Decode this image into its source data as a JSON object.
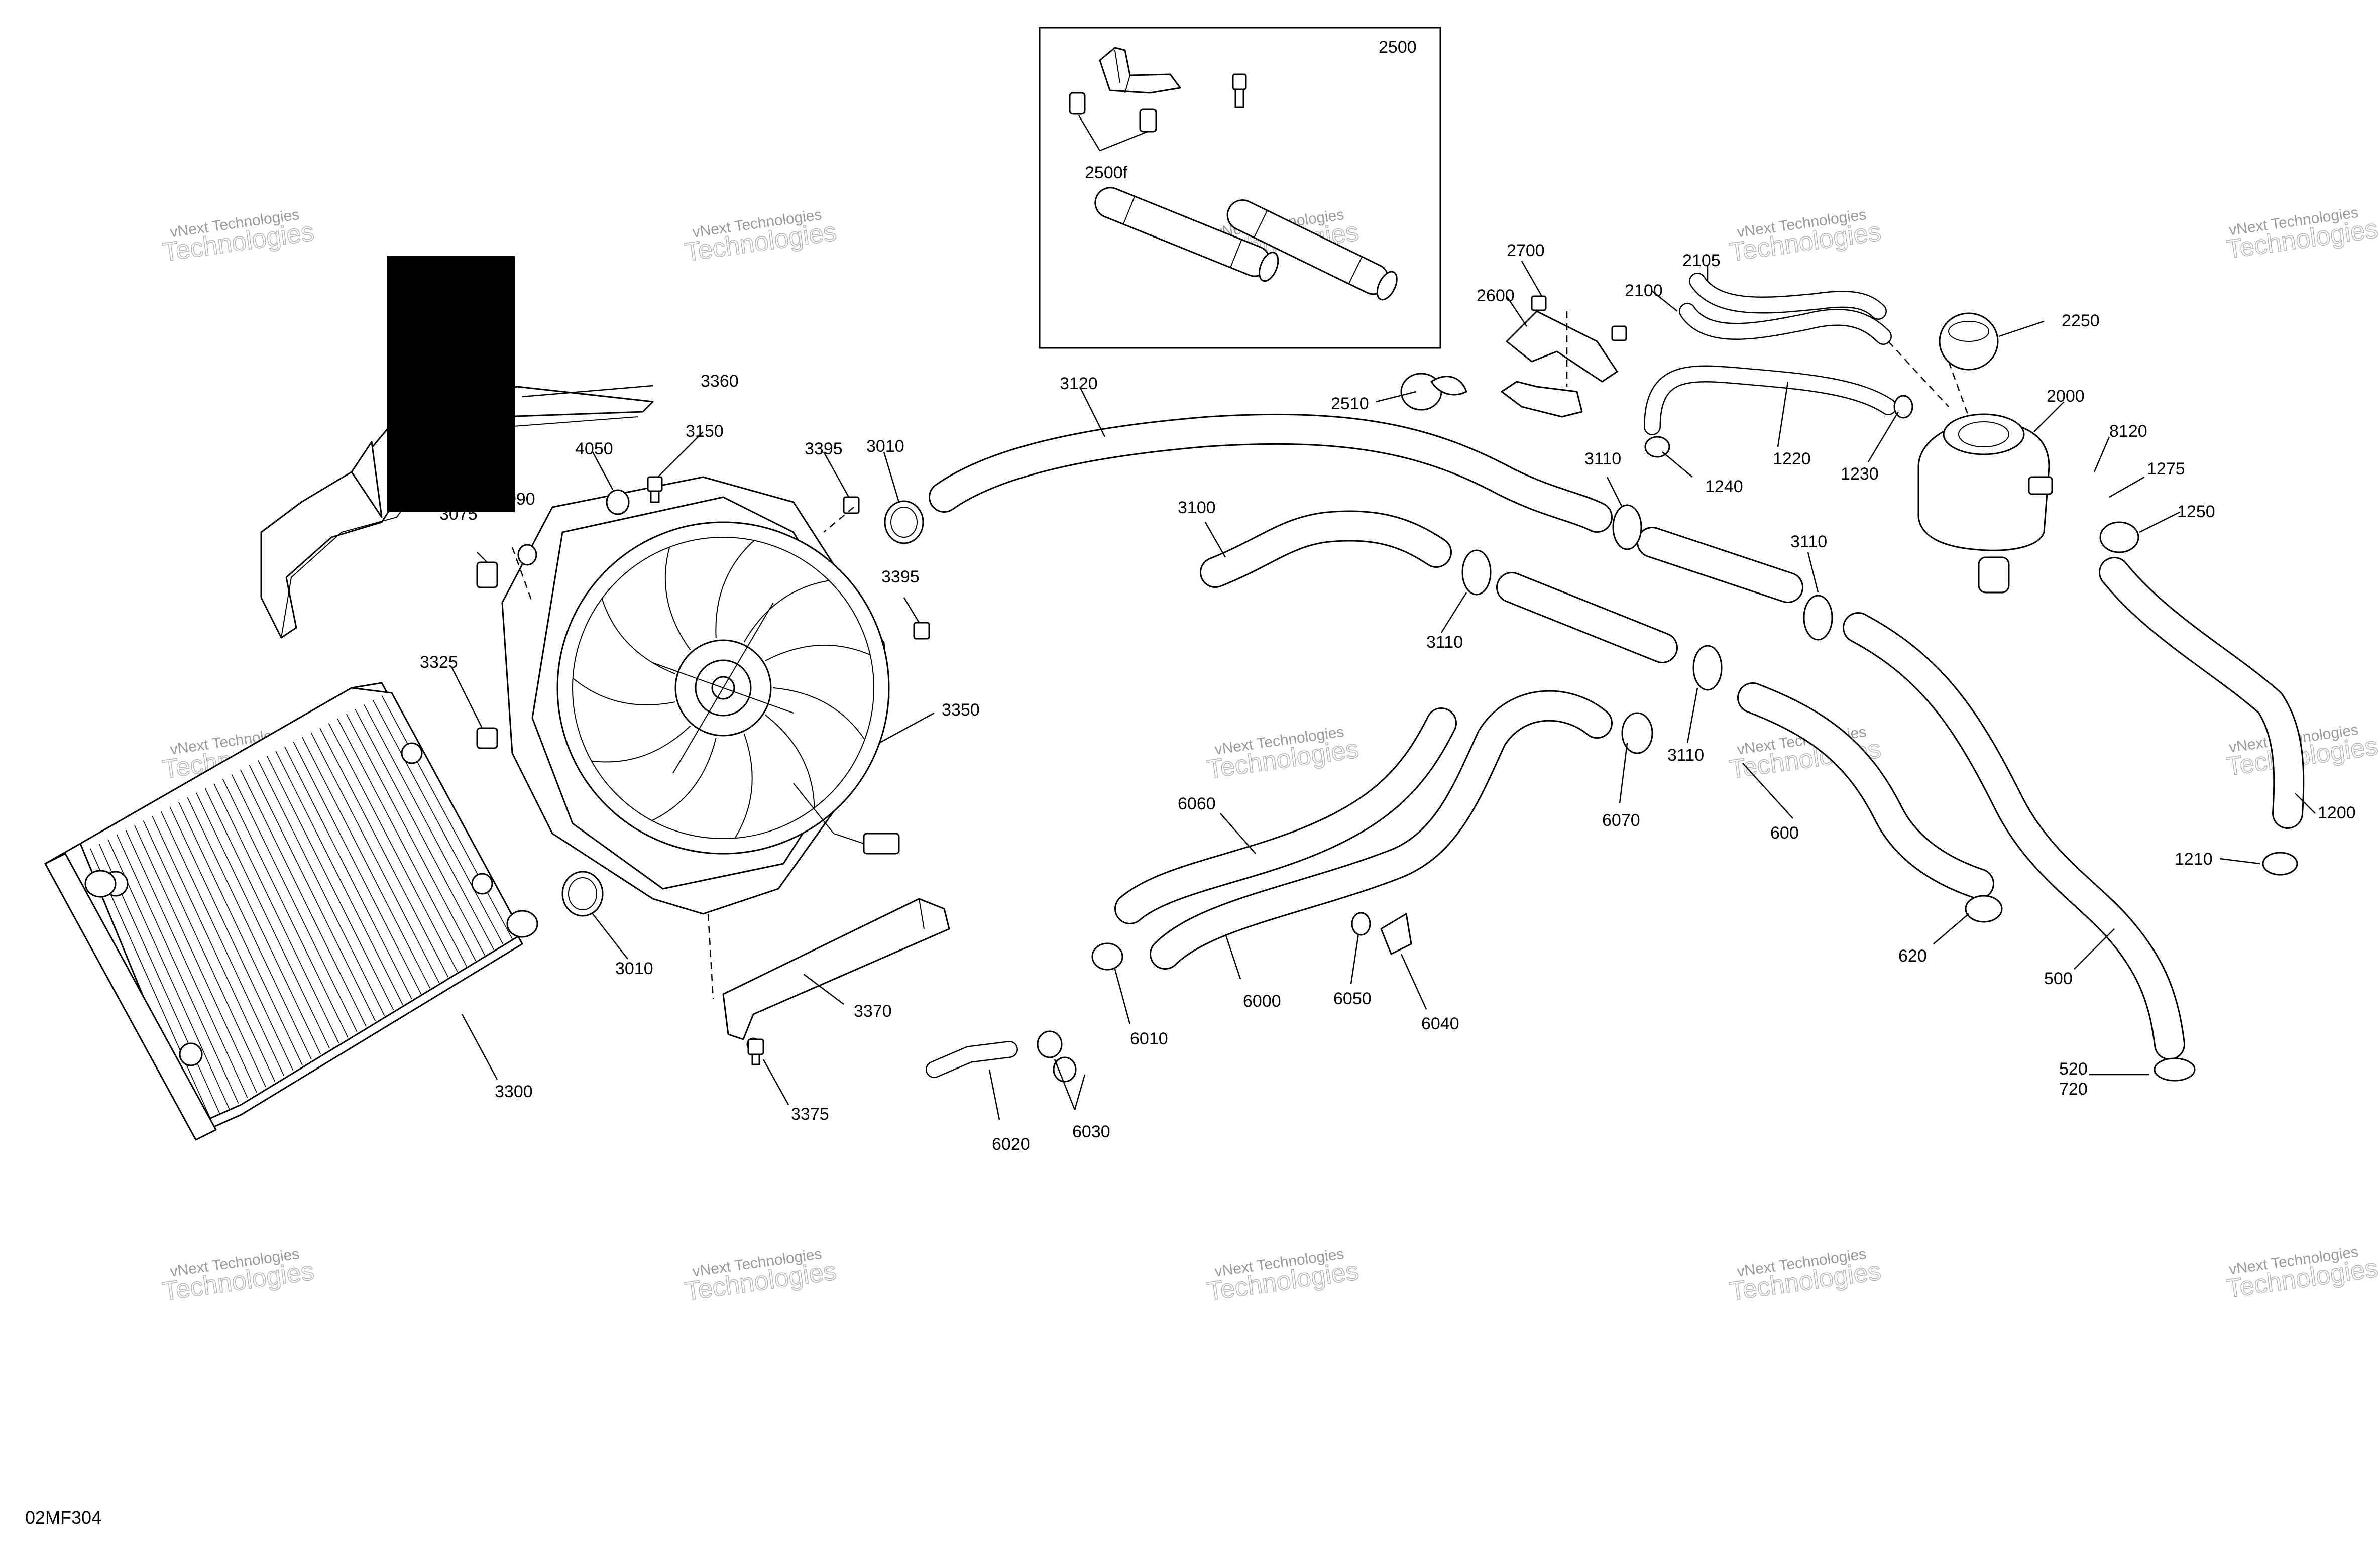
{
  "diagram": {
    "figure_id": "02MF304",
    "kit_box_label": "2500",
    "callouts": [
      "3360",
      "4050",
      "3150",
      "3395",
      "3010",
      "3075",
      "3090",
      "3325",
      "3395",
      "3350",
      "3010",
      "3300",
      "3370",
      "3375",
      "3120",
      "3100",
      "3110",
      "3110",
      "3110",
      "3110",
      "2510",
      "2700",
      "2600",
      "2100",
      "2105",
      "2250",
      "2000",
      "1220",
      "1240",
      "1230",
      "8120",
      "1275",
      "1250",
      "1200",
      "1210",
      "600",
      "620",
      "500",
      "520",
      "720",
      "6060",
      "6070",
      "6000",
      "6010",
      "6050",
      "6040",
      "6020",
      "6030",
      "2500f"
    ],
    "watermark": {
      "brand": "vNext Technologies",
      "big": "Technologies"
    },
    "redaction_color": "#000000"
  }
}
